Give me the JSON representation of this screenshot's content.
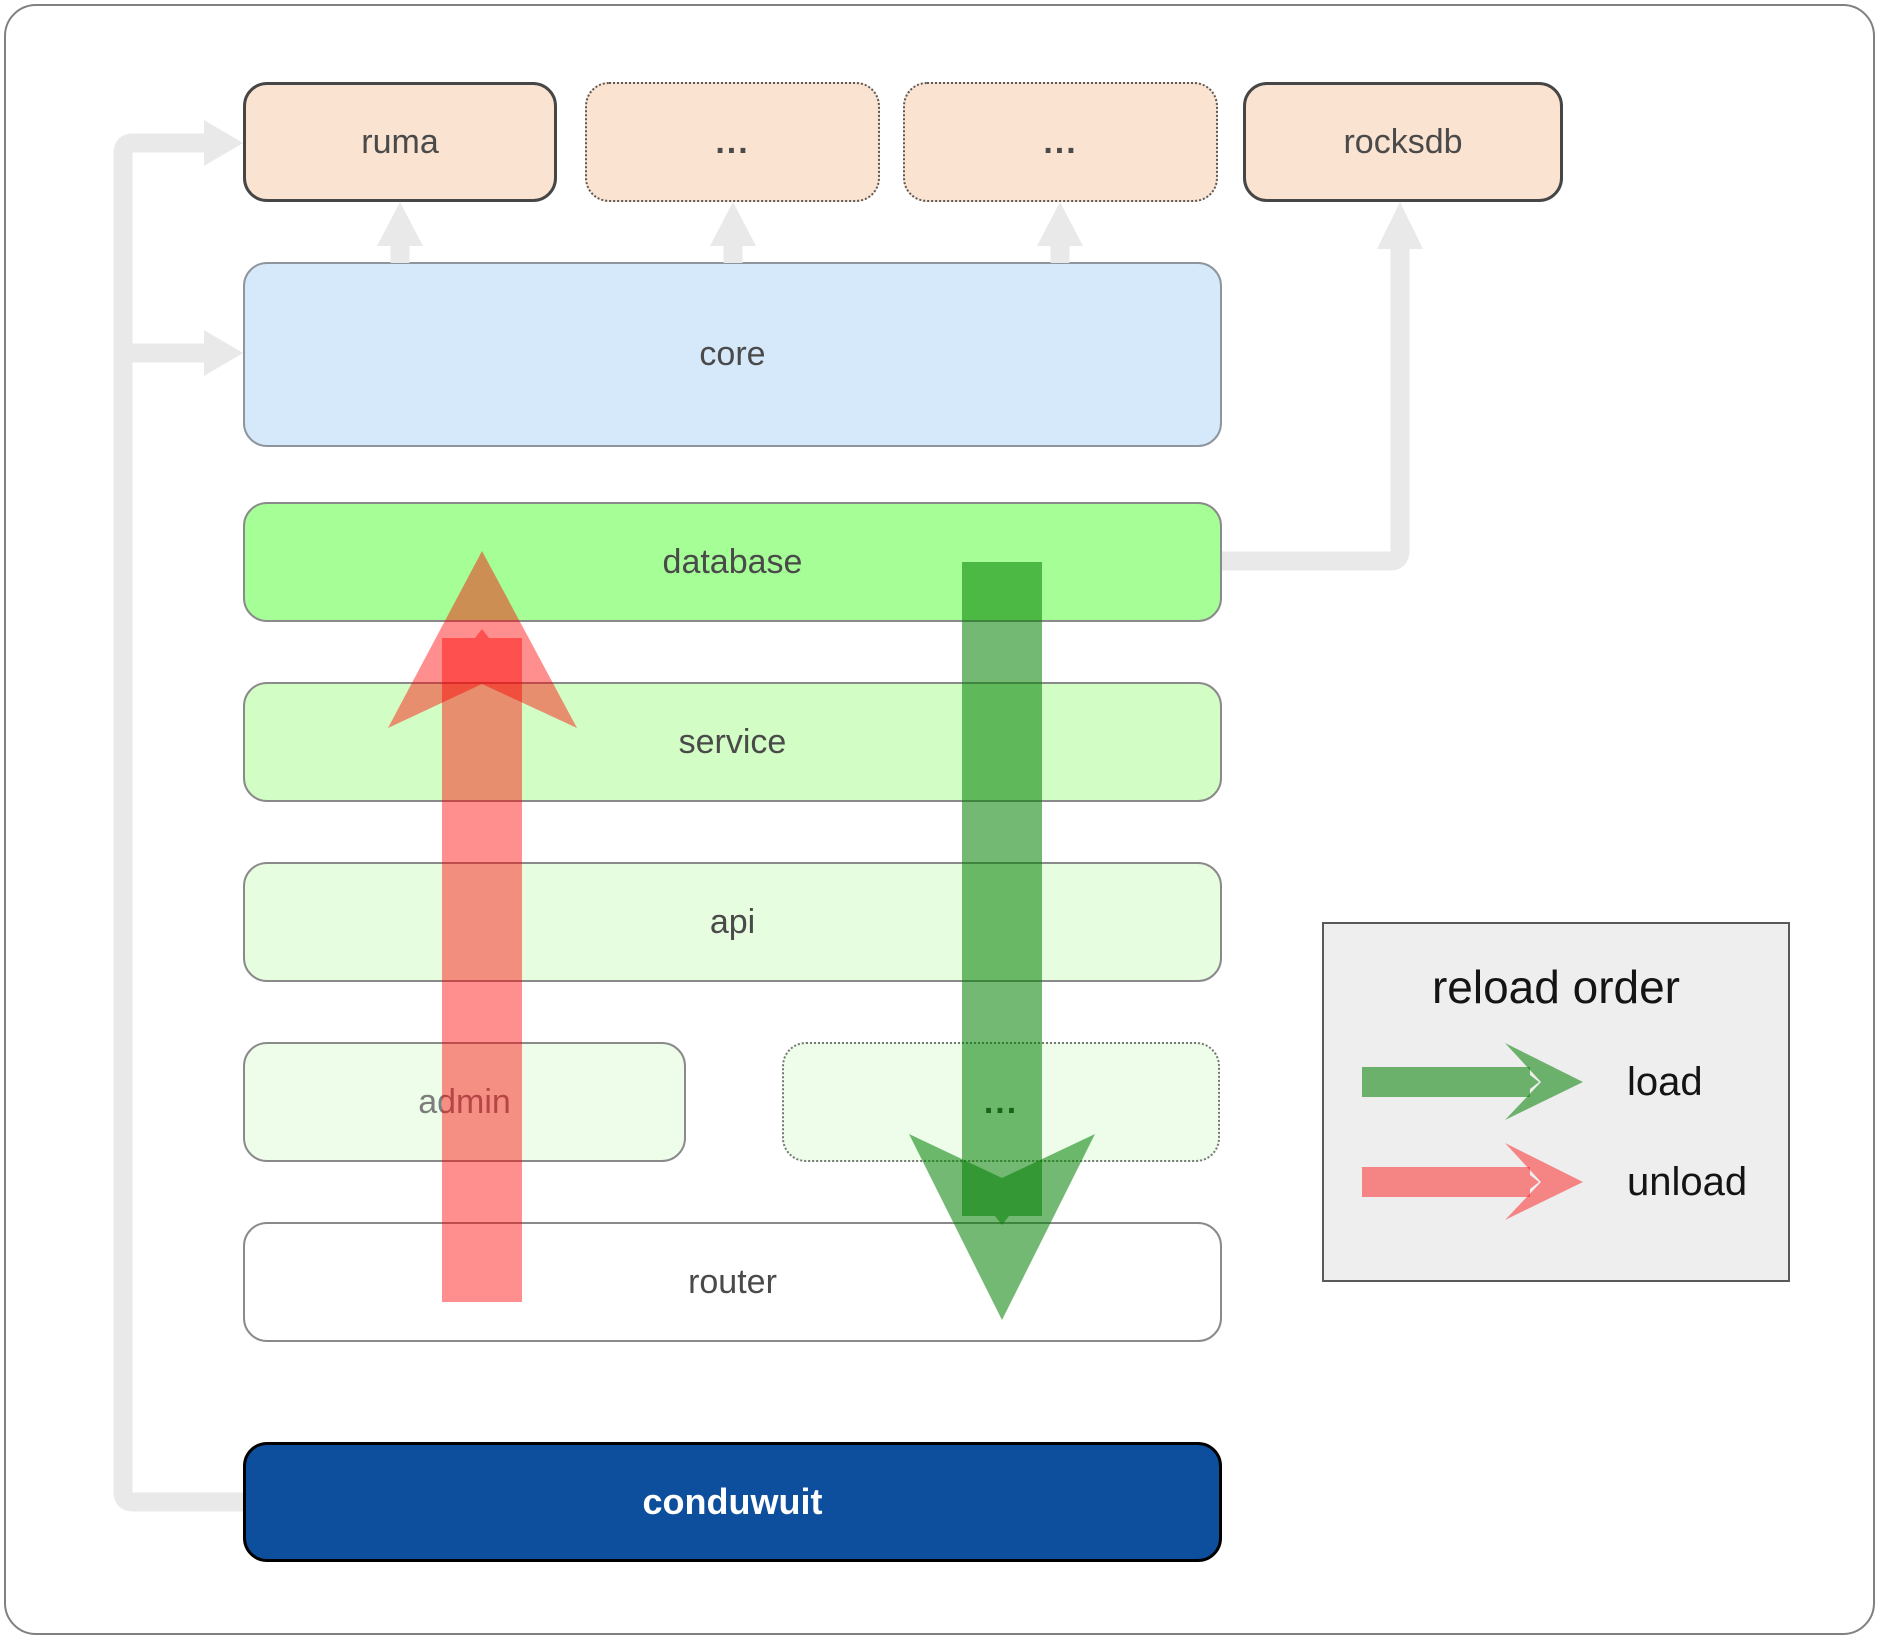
{
  "boxes": {
    "ruma": {
      "label": "ruma"
    },
    "ellipsis1": {
      "label": "..."
    },
    "ellipsis2": {
      "label": "..."
    },
    "rocksdb": {
      "label": "rocksdb"
    },
    "core": {
      "label": "core"
    },
    "database": {
      "label": "database"
    },
    "service": {
      "label": "service"
    },
    "api": {
      "label": "api"
    },
    "admin": {
      "label": "admin"
    },
    "ellipsis3": {
      "label": "..."
    },
    "router": {
      "label": "router"
    },
    "conduwuit": {
      "label": "conduwuit"
    }
  },
  "legend": {
    "title": "reload order",
    "items": [
      {
        "label": "load",
        "color": "#008000",
        "icon": "green-right-arrow-icon"
      },
      {
        "label": "unload",
        "color": "#ff0000",
        "icon": "red-right-arrow-icon"
      }
    ]
  },
  "arrows": {
    "load": {
      "direction": "down",
      "from": "database",
      "to": "router",
      "color": "#008000"
    },
    "unload": {
      "direction": "up",
      "from": "router",
      "to": "database",
      "color": "#ff0000"
    }
  },
  "colors": {
    "module_fill": "#fbe3d1",
    "core_fill": "#d6e9fb",
    "database_fill": "#a6fe97",
    "service_fill": "#d2fdc5",
    "api_fill": "#e7fde0",
    "admin_fill": "#eefdea",
    "router_fill": "#ffffff",
    "conduwuit_fill": "#0e4f9d",
    "legend_bg": "#eeeeee",
    "connector_gray": "#e9e9e9",
    "load_arrow": "#008000",
    "unload_arrow": "#ff0000"
  }
}
